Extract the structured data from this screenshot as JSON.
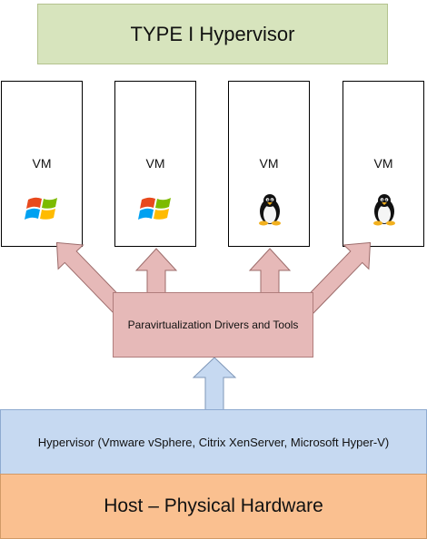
{
  "diagram": {
    "title": "TYPE I Hypervisor",
    "vms": [
      {
        "label": "VM",
        "os_icon": "windows-logo-icon"
      },
      {
        "label": "VM",
        "os_icon": "windows-logo-icon"
      },
      {
        "label": "VM",
        "os_icon": "linux-tux-icon"
      },
      {
        "label": "VM",
        "os_icon": "linux-tux-icon"
      }
    ],
    "paravirtualization_label": "Paravirtualization Drivers and Tools",
    "hypervisor_label": "Hypervisor (Vmware vSphere, Citrix XenServer, Microsoft Hyper-V)",
    "host_label": "Host – Physical Hardware"
  },
  "colors": {
    "title_fill": "#d7e4bd",
    "paravirt_fill": "#e6b9b8",
    "hypervisor_fill": "#c6d9f1",
    "host_fill": "#fac090",
    "arrow_red_fill": "#e6b9b8",
    "arrow_blue_fill": "#c6d9f1"
  }
}
